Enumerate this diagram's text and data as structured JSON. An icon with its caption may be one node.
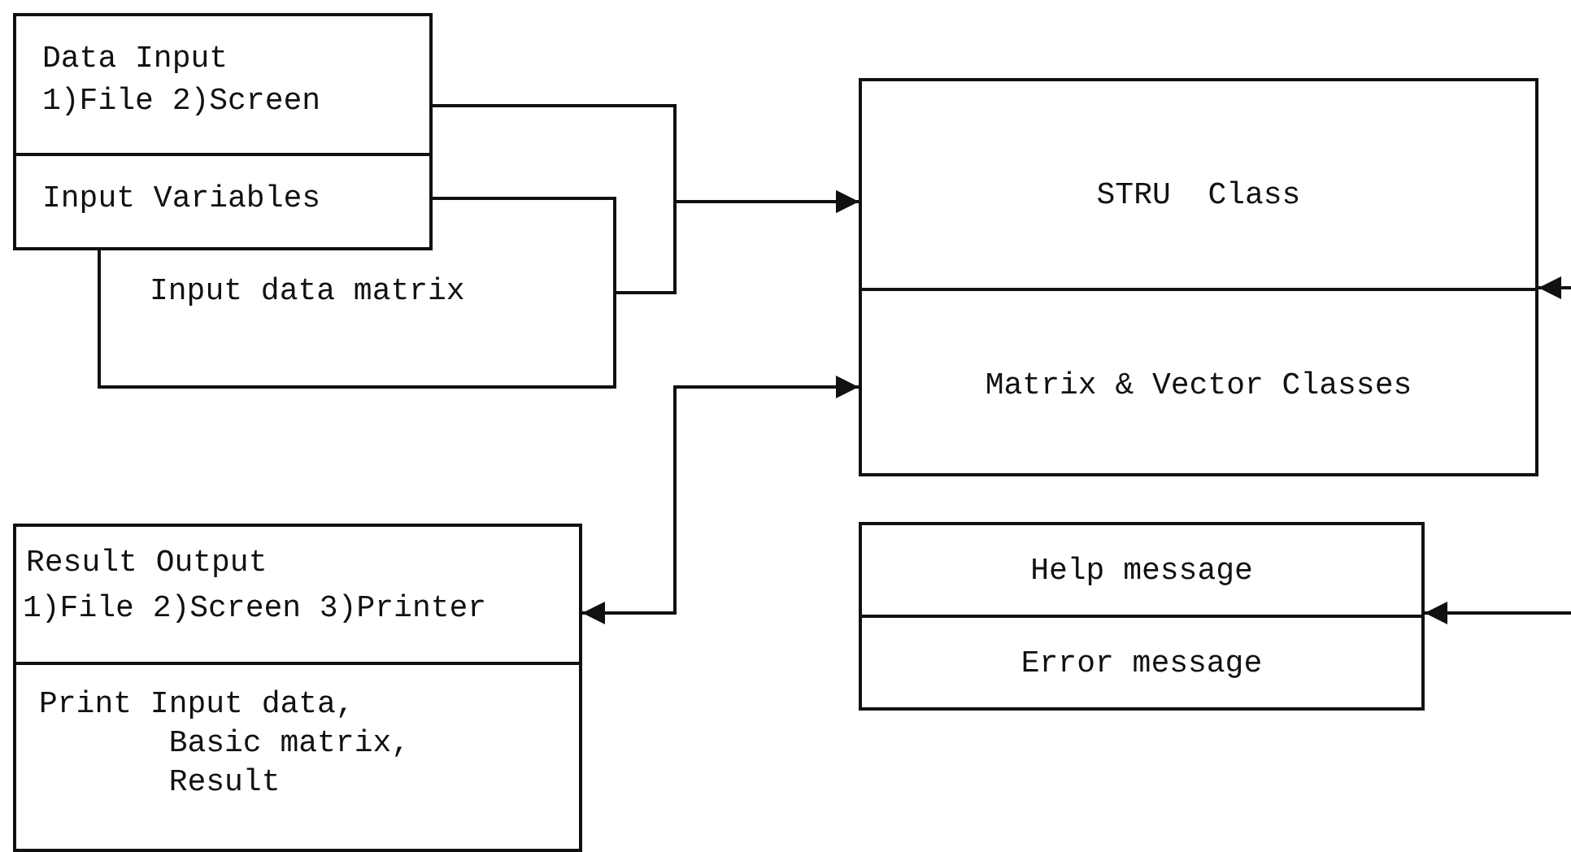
{
  "diagram": {
    "nodes": [
      {
        "text": [
          "Data Input",
          "1)File 2)Screen"
        ]
      },
      {
        "text": [
          "Input Variables"
        ]
      },
      {
        "text": [
          "Input data matrix"
        ]
      },
      {
        "text": [
          "STRU  Class"
        ]
      },
      {
        "text": [
          "Matrix & Vector Classes"
        ]
      },
      {
        "text": [
          "Result Output",
          "1)File 2)Screen 3)Printer"
        ]
      },
      {
        "text": [
          "Print Input data, Basic matrix, Result"
        ]
      },
      {
        "text": [
          "Help message"
        ]
      },
      {
        "text": [
          "Error message"
        ]
      }
    ],
    "edges": [
      {
        "from": 0,
        "to": 3,
        "arrow": "to"
      },
      {
        "from": 2,
        "to": 3,
        "arrow": "to"
      },
      {
        "from": 5,
        "to": 4,
        "arrow": "both"
      },
      {
        "from": null,
        "to": 3,
        "arrow": "to"
      },
      {
        "from": null,
        "to": 7,
        "arrow": "to"
      }
    ]
  }
}
